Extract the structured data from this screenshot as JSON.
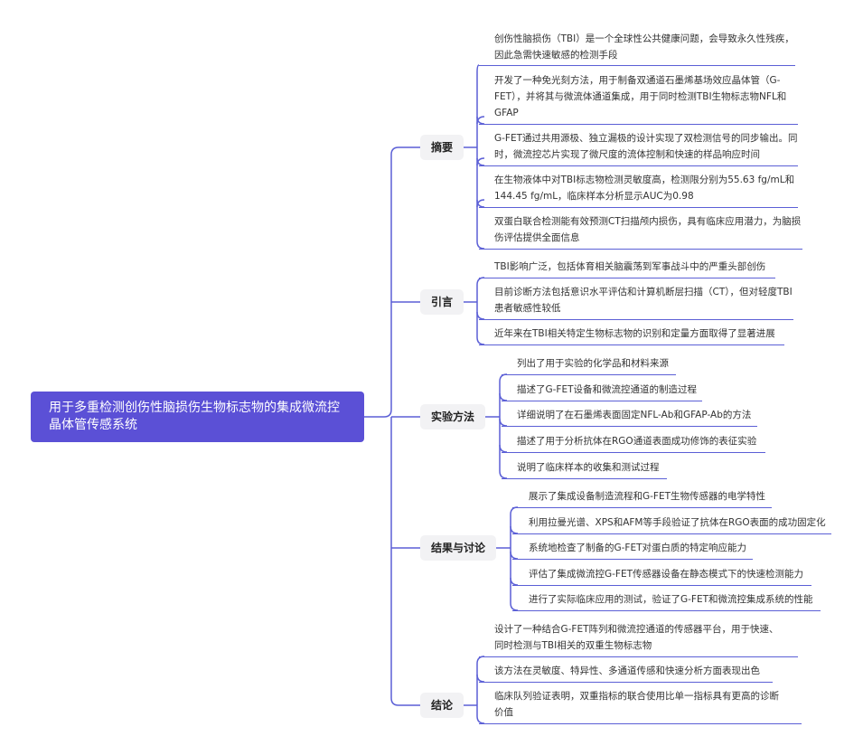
{
  "root": "用于多重检测创伤性脑损伤生物标志物的集成微流控晶体管传感系统",
  "branches": [
    {
      "label": "摘要",
      "leaves": [
        "创伤性脑损伤（TBI）是一个全球性公共健康问题，会导致永久性残疾，因此急需快速敏感的检测手段",
        "开发了一种免光刻方法，用于制备双通道石墨烯基场效应晶体管（G-FET），并将其与微流体通道集成，用于同时检测TBI生物标志物NFL和GFAP",
        "G-FET通过共用源极、独立漏极的设计实现了双检测信号的同步输出。同时，微流控芯片实现了微尺度的流体控制和快速的样品响应时间",
        "在生物液体中对TBI标志物检测灵敏度高，检测限分别为55.63 fg/mL和144.45 fg/mL，临床样本分析显示AUC为0.98",
        "双蛋白联合检测能有效预测CT扫描颅内损伤，具有临床应用潜力，为脑损伤评估提供全面信息"
      ]
    },
    {
      "label": "引言",
      "leaves": [
        "TBI影响广泛，包括体育相关脑震荡到军事战斗中的严重头部创伤",
        "目前诊断方法包括意识水平评估和计算机断层扫描（CT），但对轻度TBI患者敏感性较低",
        "近年来在TBI相关特定生物标志物的识别和定量方面取得了显著进展"
      ]
    },
    {
      "label": "实验方法",
      "leaves": [
        "列出了用于实验的化学品和材料来源",
        "描述了G-FET设备和微流控通道的制造过程",
        "详细说明了在石墨烯表面固定NFL-Ab和GFAP-Ab的方法",
        "描述了用于分析抗体在RGO通道表面成功修饰的表征实验",
        "说明了临床样本的收集和测试过程"
      ]
    },
    {
      "label": "结果与讨论",
      "leaves": [
        "展示了集成设备制造流程和G-FET生物传感器的电学特性",
        "利用拉曼光谱、XPS和AFM等手段验证了抗体在RGO表面的成功固定化",
        "系统地检查了制备的G-FET对蛋白质的特定响应能力",
        "评估了集成微流控G-FET传感器设备在静态模式下的快速检测能力",
        "进行了实际临床应用的测试，验证了G-FET和微流控集成系统的性能"
      ]
    },
    {
      "label": "结论",
      "leaves": [
        "设计了一种结合G-FET阵列和微流控通道的传感器平台，用于快速、同时检测与TBI相关的双重生物标志物",
        "该方法在灵敏度、特异性、多通道传感和快速分析方面表现出色",
        "临床队列验证表明，双重指标的联合使用比单一指标具有更高的诊断价值"
      ]
    }
  ],
  "colors": {
    "accent": "#5b50d6",
    "line": "#5b5fd6",
    "branch_bg": "#f2f2f4"
  }
}
